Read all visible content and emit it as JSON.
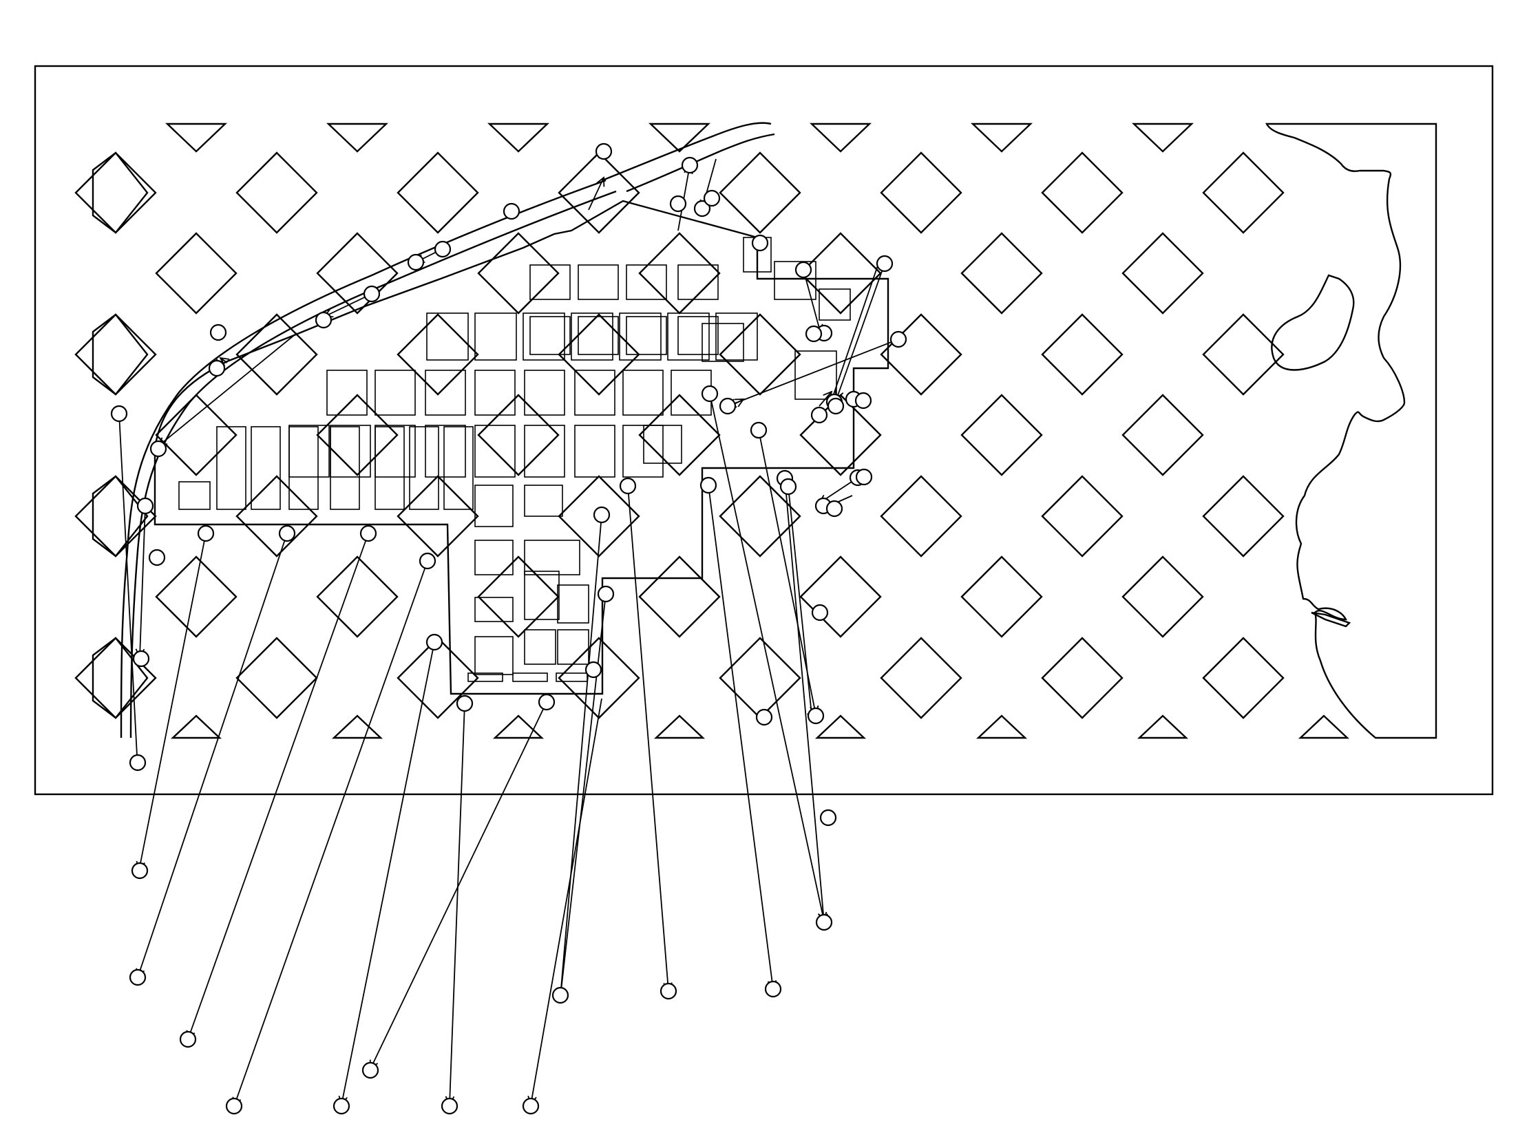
{
  "diagram": {
    "type": "site-plan-leader-diagram",
    "frame": "rectangle",
    "pattern": "diamond-lattice",
    "coastline": "right-side",
    "text_labels": []
  },
  "colors": {
    "background": "#ffffff",
    "line": "#000000"
  }
}
